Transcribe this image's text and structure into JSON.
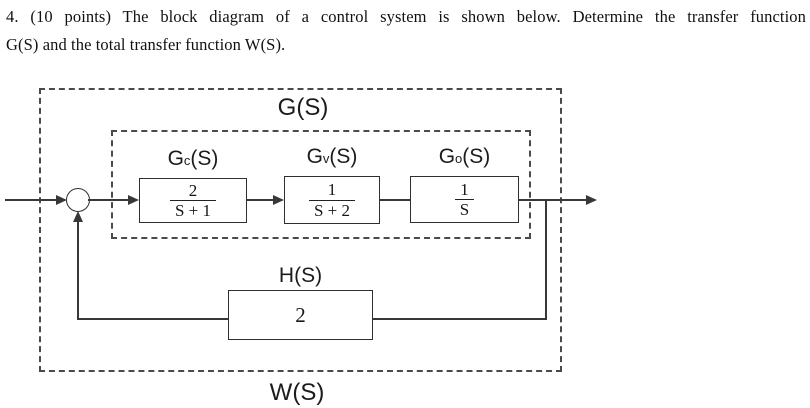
{
  "problem": {
    "line1": "4. (10 points) The block diagram of a control system is shown below. Determine the transfer function",
    "line2": "G(S) and the total transfer function W(S)."
  },
  "diagram": {
    "forward_path_label": "G(S)",
    "overall_label": "W(S)",
    "blocks": [
      {
        "name": "controller",
        "label_main": "G",
        "label_sub": "c",
        "label_paren": "(S)",
        "numerator": "2",
        "denominator": "S + 1"
      },
      {
        "name": "valve",
        "label_main": "G",
        "label_sub": "v",
        "label_paren": "(S)",
        "numerator": "1",
        "denominator": "S + 2"
      },
      {
        "name": "process",
        "label_main": "G",
        "label_sub": "o",
        "label_paren": "(S)",
        "numerator": "1",
        "denominator": "S"
      }
    ],
    "feedback_block": {
      "label": "H(S)",
      "value": "2"
    },
    "colors": {
      "line": "#383838",
      "dashed_border": "#4a4a4a",
      "text": "#1a1a1a"
    }
  }
}
